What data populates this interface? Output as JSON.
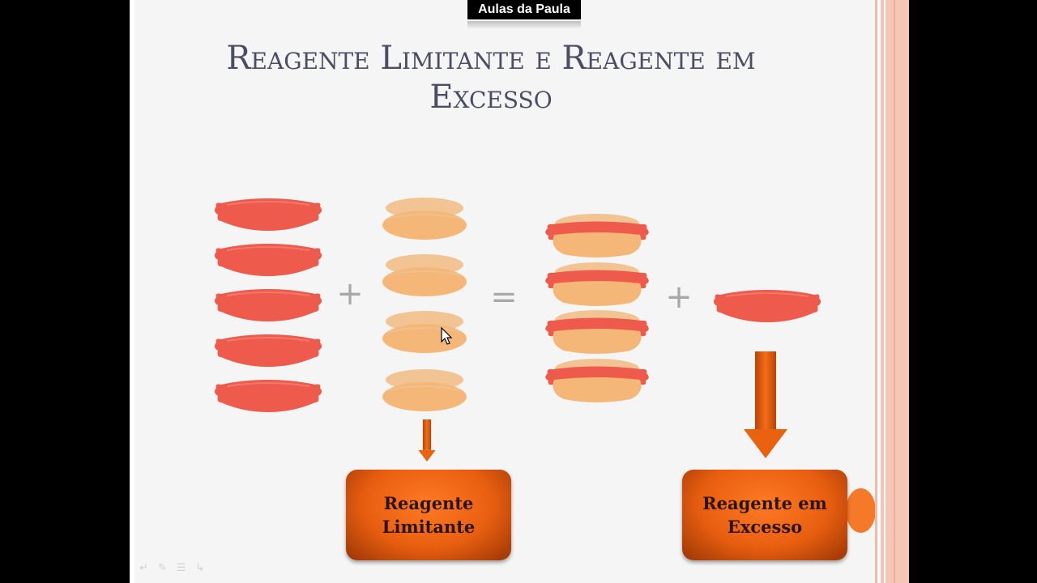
{
  "watermark": "Aulas da Paula",
  "title": "Reagente Limitante e Reagente em Excesso",
  "operators": {
    "plus": "+",
    "equals": "="
  },
  "groups": {
    "sausages": 5,
    "buns": 4,
    "hotdogs": 4,
    "leftover_sausages": 1
  },
  "labels": {
    "limiting": "Reagente\nLimitante",
    "excess": "Reagente em\nExcesso"
  },
  "colors": {
    "sausage": "#ee5a4c",
    "bun_top": "#f2c493",
    "bun_bottom": "#f4b777",
    "arrow": "#e8620f",
    "box": "#e85e10",
    "title": "#4a4d63",
    "stripe": "#f6c3b3"
  },
  "toolbar_icons": [
    "back-icon",
    "pen-icon",
    "menu-icon",
    "next-icon"
  ]
}
